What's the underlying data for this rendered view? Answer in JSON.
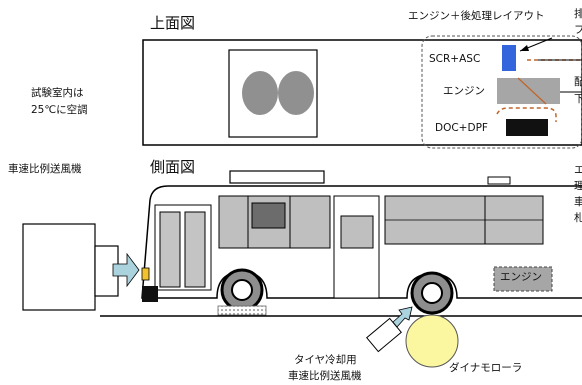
{
  "top_view": {
    "title": "上面図",
    "layout_title": "エンジン＋後処理レイアウト",
    "scr_label": "SCR+ASC",
    "engine_label": "エンジン",
    "doc_label": "DOC+DPF",
    "cut_right_1": "排",
    "cut_right_2": "フ",
    "cut_right_3": "配",
    "cut_right_4": "下"
  },
  "side_view": {
    "title": "側面図",
    "engine_label": "エンジン",
    "cut_right_1": "エ",
    "cut_right_2": "理",
    "cut_right_3": "車",
    "cut_right_4": "札"
  },
  "room_note_line1": "試験室内は",
  "room_note_line2": "25℃に空調",
  "fan_label": "車速比例送風機",
  "tire_fan_line1": "タイヤ冷却用",
  "tire_fan_line2": "車速比例送風機",
  "dyno_label": "ダイナモローラ",
  "colors": {
    "scr": "#3366dd",
    "engine": "#a6a6a6",
    "doc": "#111111",
    "pipe": "#c0652a",
    "dyno": "#fbf7a0",
    "arrow": "#aad3dd",
    "window": "#bfbfbf"
  }
}
